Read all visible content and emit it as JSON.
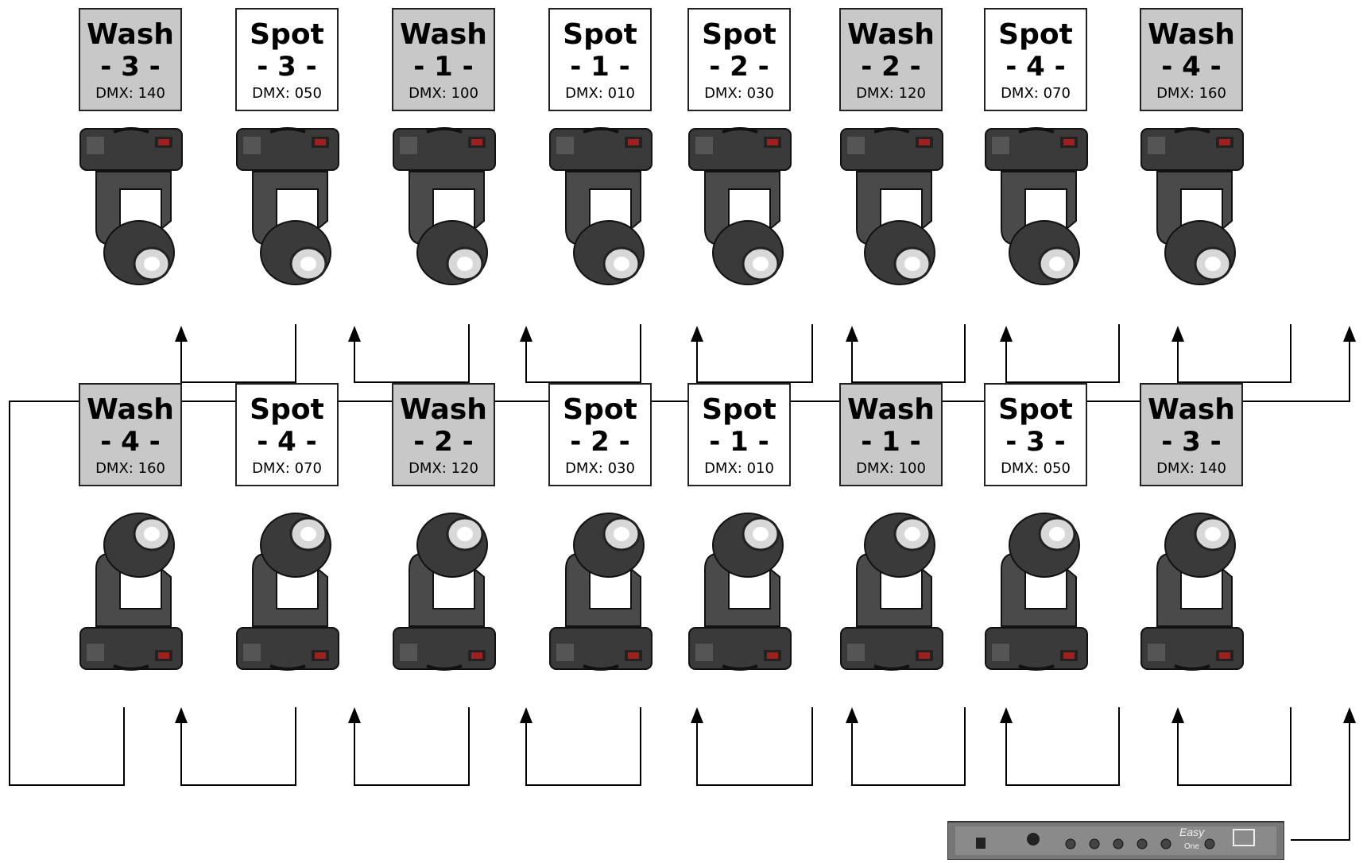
{
  "diagram": {
    "rows": [
      {
        "orientation": "base-up",
        "fixtures": [
          {
            "type": "Wash",
            "number": "- 3 -",
            "dmx": "DMX: 140",
            "style": "wash"
          },
          {
            "type": "Spot",
            "number": "- 3 -",
            "dmx": "DMX: 050",
            "style": "spot"
          },
          {
            "type": "Wash",
            "number": "- 1 -",
            "dmx": "DMX: 100",
            "style": "wash"
          },
          {
            "type": "Spot",
            "number": "- 1 -",
            "dmx": "DMX: 010",
            "style": "spot"
          },
          {
            "type": "Spot",
            "number": "- 2 -",
            "dmx": "DMX: 030",
            "style": "spot"
          },
          {
            "type": "Wash",
            "number": "- 2 -",
            "dmx": "DMX: 120",
            "style": "wash"
          },
          {
            "type": "Spot",
            "number": "- 4 -",
            "dmx": "DMX: 070",
            "style": "spot"
          },
          {
            "type": "Wash",
            "number": "- 4 -",
            "dmx": "DMX: 160",
            "style": "wash"
          }
        ]
      },
      {
        "orientation": "base-down",
        "fixtures": [
          {
            "type": "Wash",
            "number": "- 4 -",
            "dmx": "DMX: 160",
            "style": "wash"
          },
          {
            "type": "Spot",
            "number": "- 4 -",
            "dmx": "DMX: 070",
            "style": "spot"
          },
          {
            "type": "Wash",
            "number": "- 2 -",
            "dmx": "DMX: 120",
            "style": "wash"
          },
          {
            "type": "Spot",
            "number": "- 2 -",
            "dmx": "DMX: 030",
            "style": "spot"
          },
          {
            "type": "Spot",
            "number": "- 1 -",
            "dmx": "DMX: 010",
            "style": "spot"
          },
          {
            "type": "Wash",
            "number": "- 1 -",
            "dmx": "DMX: 100",
            "style": "wash"
          },
          {
            "type": "Spot",
            "number": "- 3 -",
            "dmx": "DMX: 050",
            "style": "spot"
          },
          {
            "type": "Wash",
            "number": "- 3 -",
            "dmx": "DMX: 140",
            "style": "wash"
          }
        ]
      }
    ],
    "controller": {
      "brand_text": "Easy",
      "model_text": "One"
    },
    "colors": {
      "wash_fill": "#c8c8c8",
      "spot_fill": "#ffffff",
      "fixture_body": "#3a3a3a",
      "wire": "#000000"
    }
  }
}
